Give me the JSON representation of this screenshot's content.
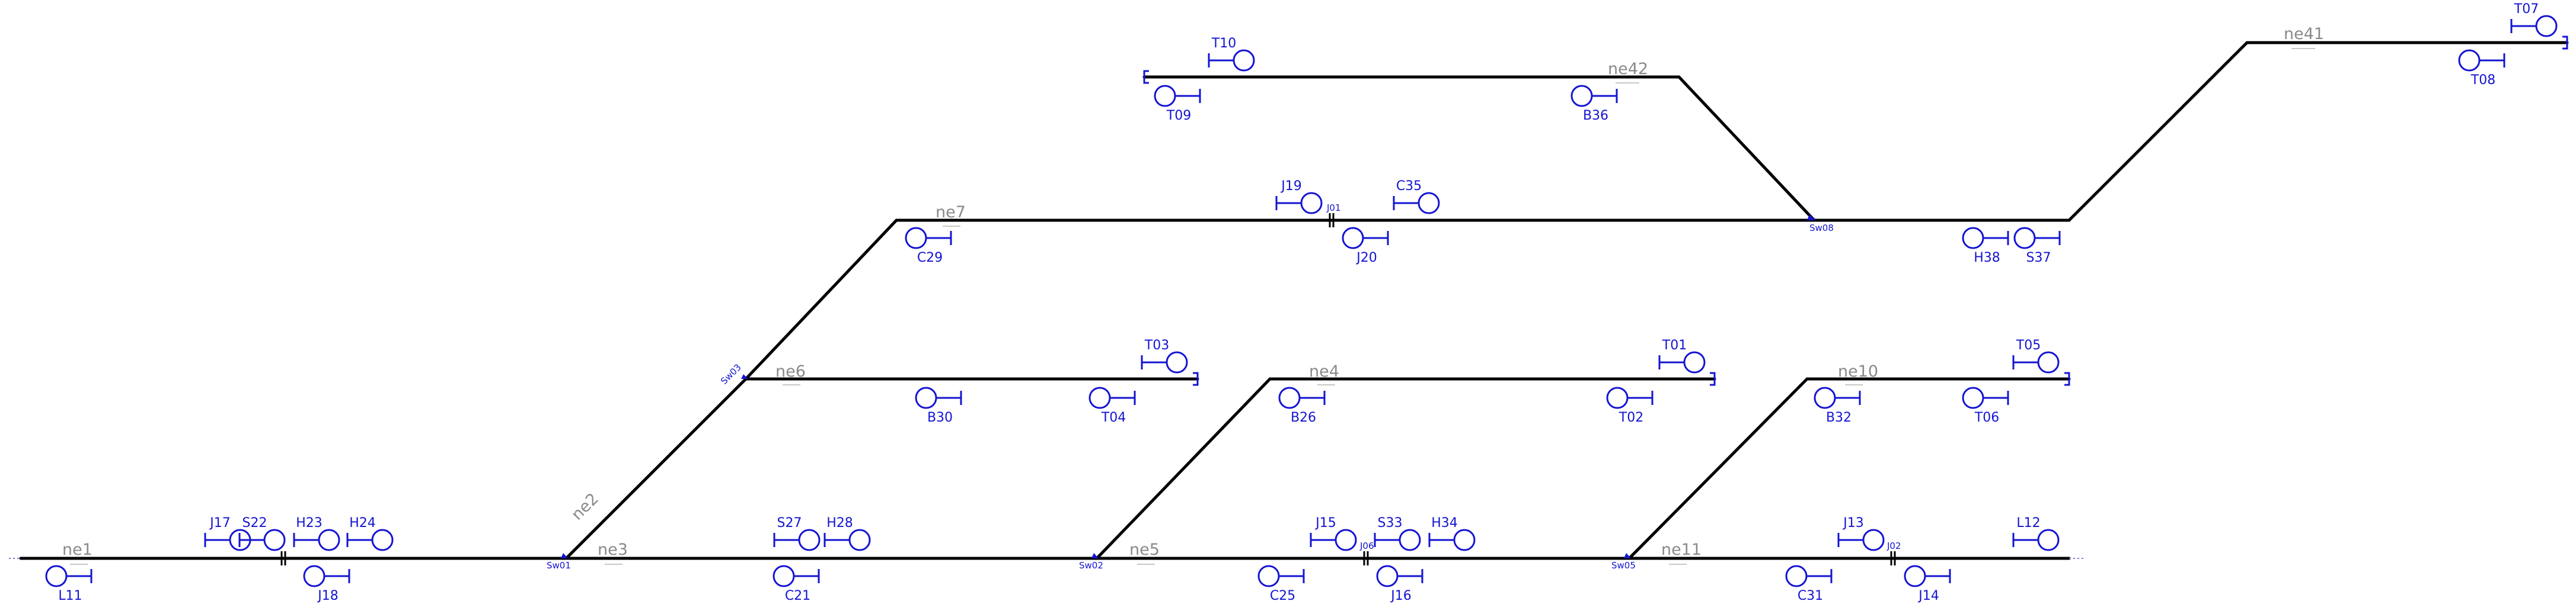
{
  "colors": {
    "track": "#000000",
    "signal": "#1414d2",
    "segment_label": "#8a8a8a"
  },
  "segments": [
    {
      "id": "ne1",
      "label": "ne1"
    },
    {
      "id": "ne2",
      "label": "ne2"
    },
    {
      "id": "ne3",
      "label": "ne3"
    },
    {
      "id": "ne4",
      "label": "ne4"
    },
    {
      "id": "ne5",
      "label": "ne5"
    },
    {
      "id": "ne6",
      "label": "ne6"
    },
    {
      "id": "ne7",
      "label": "ne7"
    },
    {
      "id": "ne10",
      "label": "ne10"
    },
    {
      "id": "ne11",
      "label": "ne11"
    },
    {
      "id": "ne41",
      "label": "ne41"
    },
    {
      "id": "ne42",
      "label": "ne42"
    }
  ],
  "switches": [
    {
      "id": "sw01",
      "label": "Sw01"
    },
    {
      "id": "sw02",
      "label": "Sw02"
    },
    {
      "id": "sw03",
      "label": "Sw03"
    },
    {
      "id": "sw05",
      "label": "Sw05"
    },
    {
      "id": "sw08",
      "label": "Sw08"
    }
  ],
  "joints": [
    {
      "id": "j01",
      "label": "J01"
    },
    {
      "id": "j02",
      "label": "J02"
    },
    {
      "id": "j06",
      "label": "J06"
    },
    {
      "id": "j-ne1",
      "label": ""
    }
  ],
  "signals": [
    {
      "id": "L11",
      "label": "L11"
    },
    {
      "id": "J17",
      "label": "J17"
    },
    {
      "id": "S22",
      "label": "S22"
    },
    {
      "id": "H23",
      "label": "H23"
    },
    {
      "id": "H24",
      "label": "H24"
    },
    {
      "id": "J18",
      "label": "J18"
    },
    {
      "id": "S27",
      "label": "S27"
    },
    {
      "id": "H28",
      "label": "H28"
    },
    {
      "id": "C21",
      "label": "C21"
    },
    {
      "id": "J15",
      "label": "J15"
    },
    {
      "id": "S33",
      "label": "S33"
    },
    {
      "id": "H34",
      "label": "H34"
    },
    {
      "id": "C25",
      "label": "C25"
    },
    {
      "id": "J16",
      "label": "J16"
    },
    {
      "id": "J13",
      "label": "J13"
    },
    {
      "id": "L12",
      "label": "L12"
    },
    {
      "id": "C31",
      "label": "C31"
    },
    {
      "id": "J14",
      "label": "J14"
    },
    {
      "id": "T03",
      "label": "T03"
    },
    {
      "id": "B30",
      "label": "B30"
    },
    {
      "id": "T04",
      "label": "T04"
    },
    {
      "id": "T01",
      "label": "T01"
    },
    {
      "id": "B26",
      "label": "B26"
    },
    {
      "id": "T02",
      "label": "T02"
    },
    {
      "id": "T05",
      "label": "T05"
    },
    {
      "id": "B32",
      "label": "B32"
    },
    {
      "id": "T06",
      "label": "T06"
    },
    {
      "id": "J19",
      "label": "J19"
    },
    {
      "id": "C35",
      "label": "C35"
    },
    {
      "id": "C29",
      "label": "C29"
    },
    {
      "id": "J20",
      "label": "J20"
    },
    {
      "id": "H38",
      "label": "H38"
    },
    {
      "id": "S37",
      "label": "S37"
    },
    {
      "id": "T10",
      "label": "T10"
    },
    {
      "id": "T09",
      "label": "T09"
    },
    {
      "id": "B36",
      "label": "B36"
    },
    {
      "id": "T07",
      "label": "T07"
    },
    {
      "id": "T08",
      "label": "T08"
    }
  ]
}
